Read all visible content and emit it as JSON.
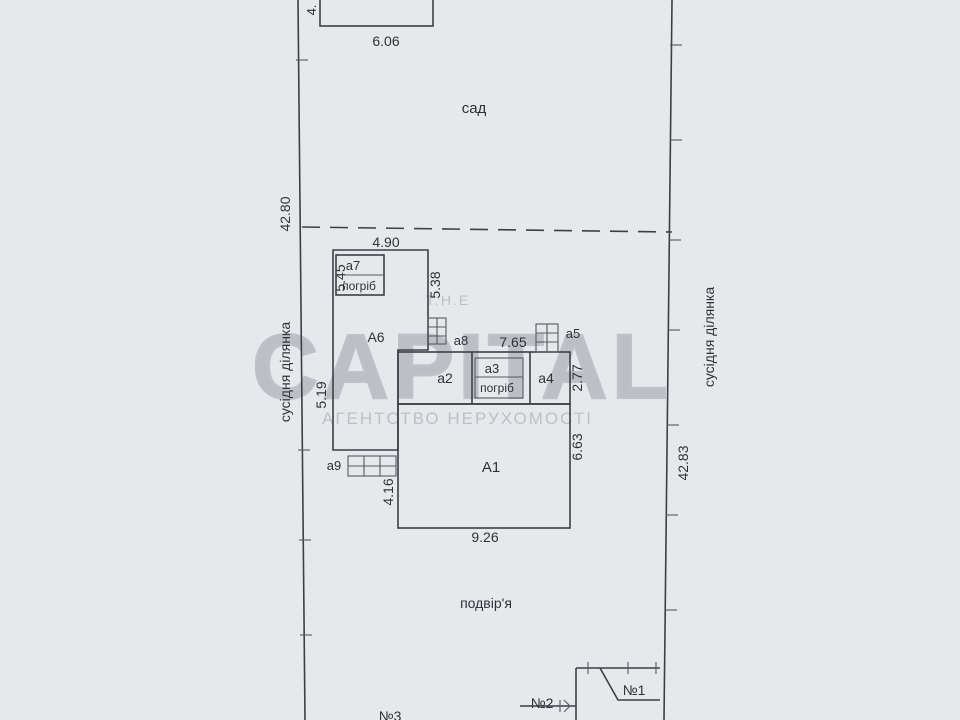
{
  "labels": {
    "garden": "сад",
    "yard": "подвір'я",
    "neighbor_left": "сусідня ділянка",
    "neighbor_right": "сусідня ділянка",
    "cellar_1": "погріб",
    "cellar_2": "погріб",
    "n1": "№1",
    "n2": "№2",
    "n3": "№3"
  },
  "rooms": {
    "A1": "А1",
    "A6": "А6",
    "a2": "а2",
    "a3": "а3",
    "a4": "а4",
    "a5": "а5",
    "a7": "а7",
    "a8": "а8",
    "a9": "а9"
  },
  "dimensions": {
    "top_building_width": "6.06",
    "top_building_side": "4.",
    "left_length": "42.80",
    "right_length": "42.83",
    "a6_width": "4.90",
    "a6_top_left": "5.45",
    "a6_top_right": "5.38",
    "a6_side": "5.19",
    "a9_side": "4.16",
    "a2_a4_width": "7.65",
    "a4_height": "2.77",
    "a1_height": "6.63",
    "a1_width": "9.26"
  },
  "watermark": {
    "brand": "CAPITAL",
    "sub": "АГЕНТСТВО НЕРУХОМОСТІ",
    "mark": "Т.Н.Е"
  }
}
